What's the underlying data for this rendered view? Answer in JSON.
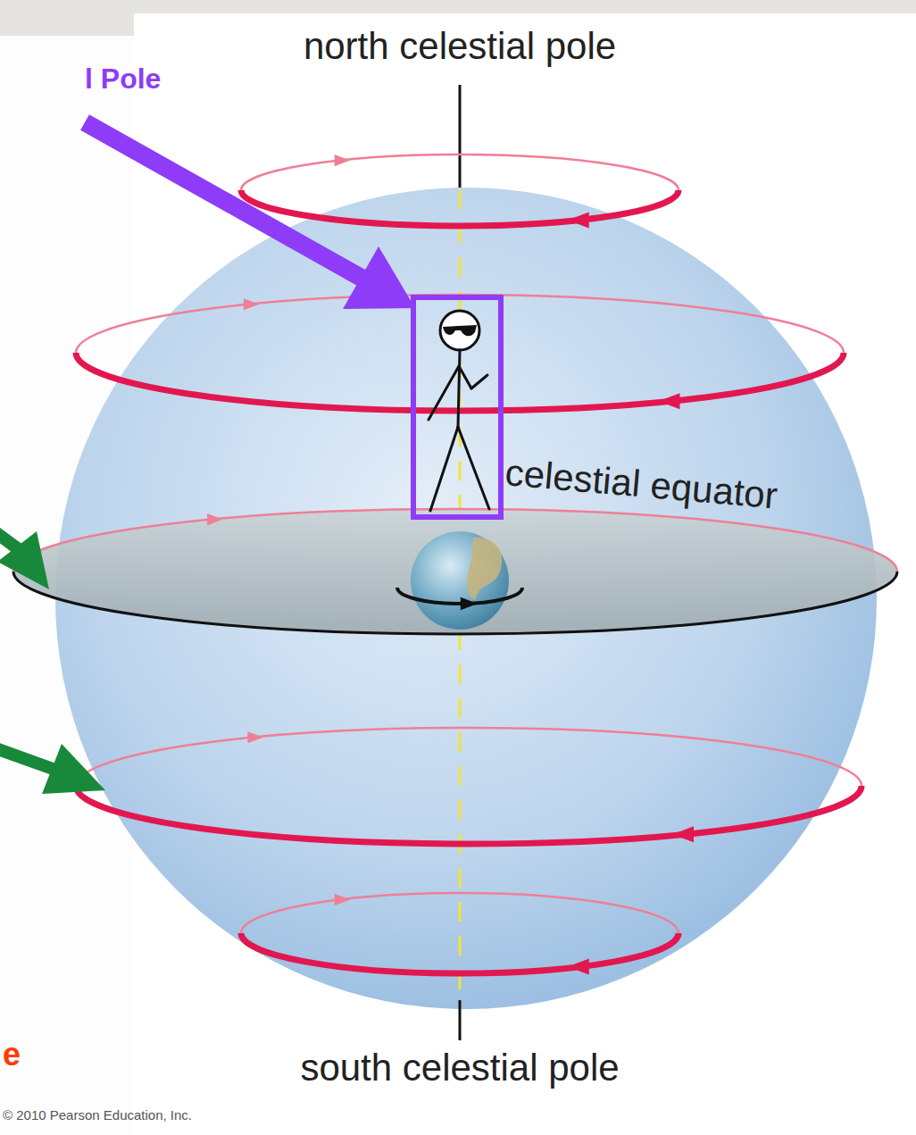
{
  "diagram": {
    "labels": [
      "l Pole",
      "north celestial pole",
      "celestial equator",
      "e",
      "south celestial pole",
      "© 2010 Pearson Education, Inc."
    ]
  }
}
